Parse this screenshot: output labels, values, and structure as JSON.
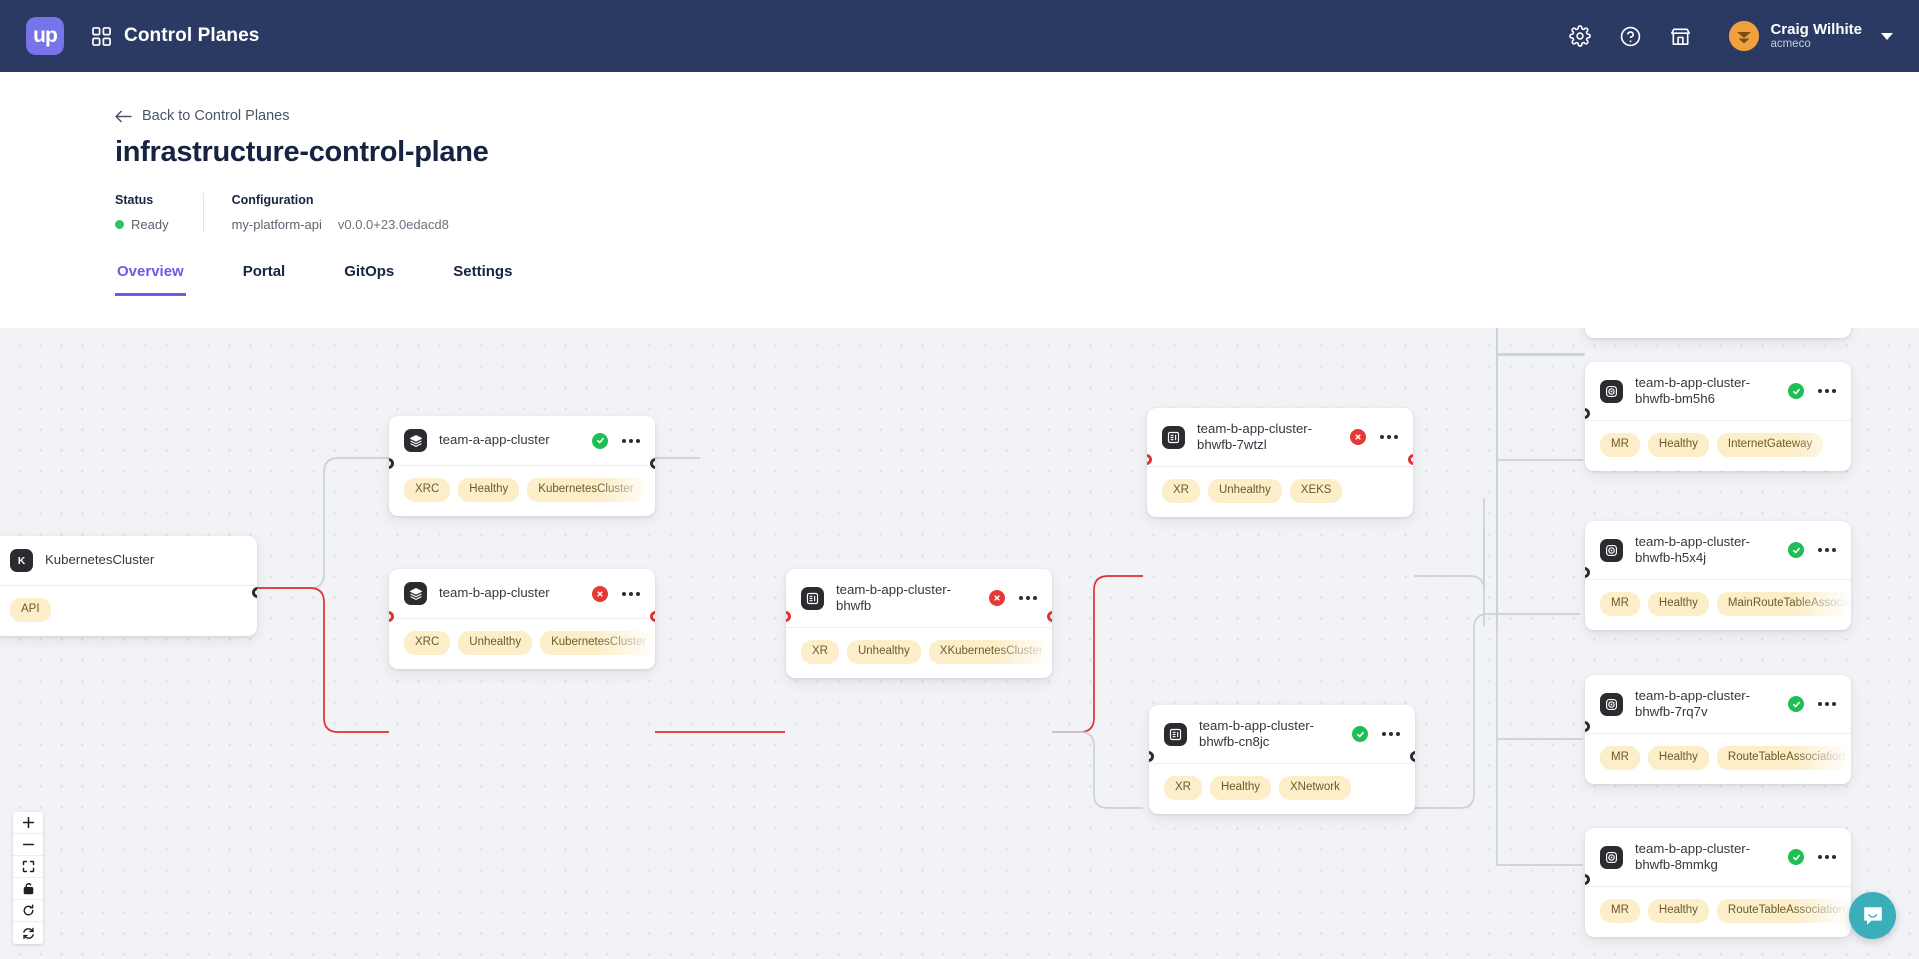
{
  "topnav": {
    "logo_text": "up",
    "grid_icon": "grid-icon",
    "title": "Control Planes",
    "icons": [
      {
        "name": "settings-gear-icon"
      },
      {
        "name": "help-circle-icon"
      },
      {
        "name": "marketplace-icon"
      }
    ],
    "user": {
      "name": "Craig Wilhite",
      "org": "acmeco",
      "avatar": "user-avatar"
    }
  },
  "header": {
    "back_label": "Back to Control Planes",
    "title": "infrastructure-control-plane",
    "status_label": "Status",
    "status_value": "Ready",
    "status_color": "#2dc468",
    "configuration_label": "Configuration",
    "configuration_name": "my-platform-api",
    "configuration_version": "v0.0.0+23.0edacd8"
  },
  "tabs": [
    {
      "label": "Overview",
      "active": true
    },
    {
      "label": "Portal",
      "active": false
    },
    {
      "label": "GitOps",
      "active": false
    },
    {
      "label": "Settings",
      "active": false
    }
  ],
  "tab_accent": "#6b5ce7",
  "graph": {
    "nodes": [
      {
        "id": "kubernetescluster",
        "title": "KubernetesCluster",
        "icon": "kubernetes-k-icon",
        "status": "none",
        "tags": [
          "API"
        ],
        "has_kebab": false
      },
      {
        "id": "team-a-app-cluster",
        "title": "team-a-app-cluster",
        "icon": "layers-icon",
        "status": "healthy",
        "tags": [
          "XRC",
          "Healthy",
          "KubernetesCluster"
        ],
        "has_kebab": true
      },
      {
        "id": "team-b-app-cluster",
        "title": "team-b-app-cluster",
        "icon": "layers-icon",
        "status": "unhealthy",
        "tags": [
          "XRC",
          "Unhealthy",
          "KubernetesCluster"
        ],
        "has_kebab": true
      },
      {
        "id": "team-b-app-cluster-bhwfb",
        "title": "team-b-app-cluster-bhwfb",
        "icon": "composite-resource-icon",
        "status": "unhealthy",
        "tags": [
          "XR",
          "Unhealthy",
          "XKubernetesCluster"
        ],
        "has_kebab": true
      },
      {
        "id": "team-b-app-cluster-bhwfb-7wtzl",
        "title": "team-b-app-cluster-bhwfb-7wtzl",
        "icon": "composite-resource-icon",
        "status": "unhealthy",
        "tags": [
          "XR",
          "Unhealthy",
          "XEKS"
        ],
        "has_kebab": true
      },
      {
        "id": "team-b-app-cluster-bhwfb-cn8jc",
        "title": "team-b-app-cluster-bhwfb-cn8jc",
        "icon": "composite-resource-icon",
        "status": "healthy",
        "tags": [
          "XR",
          "Healthy",
          "XNetwork"
        ],
        "has_kebab": true
      },
      {
        "id": "team-b-app-cluster-bhwfb-bm5h6",
        "title": "team-b-app-cluster-bhwfb-bm5h6",
        "icon": "managed-resource-icon",
        "status": "healthy",
        "tags": [
          "MR",
          "Healthy",
          "InternetGateway"
        ],
        "has_kebab": true
      },
      {
        "id": "team-b-app-cluster-bhwfb-h5x4j",
        "title": "team-b-app-cluster-bhwfb-h5x4j",
        "icon": "managed-resource-icon",
        "status": "healthy",
        "tags": [
          "MR",
          "Healthy",
          "MainRouteTableAssociation"
        ],
        "has_kebab": true
      },
      {
        "id": "team-b-app-cluster-bhwfb-7rq7v",
        "title": "team-b-app-cluster-bhwfb-7rq7v",
        "icon": "managed-resource-icon",
        "status": "healthy",
        "tags": [
          "MR",
          "Healthy",
          "RouteTableAssociation"
        ],
        "has_kebab": true
      },
      {
        "id": "team-b-app-cluster-bhwfb-8mmkg",
        "title": "team-b-app-cluster-bhwfb-8mmkg",
        "icon": "managed-resource-icon",
        "status": "healthy",
        "tags": [
          "MR",
          "Healthy",
          "RouteTableAssociation"
        ],
        "has_kebab": true
      }
    ],
    "edge_colors": {
      "healthy": "#cdd0d6",
      "unhealthy": "#e03131"
    },
    "tag_color": "#fbeec8",
    "canvas_color": "#f2f3f6"
  },
  "controls": [
    {
      "name": "zoom-in-icon"
    },
    {
      "name": "zoom-out-icon"
    },
    {
      "name": "fit-view-icon"
    },
    {
      "name": "lock-icon"
    },
    {
      "name": "reset-icon"
    },
    {
      "name": "sync-icon"
    }
  ],
  "chat": {
    "name": "chat-bubble",
    "color": "#3aafb9"
  }
}
